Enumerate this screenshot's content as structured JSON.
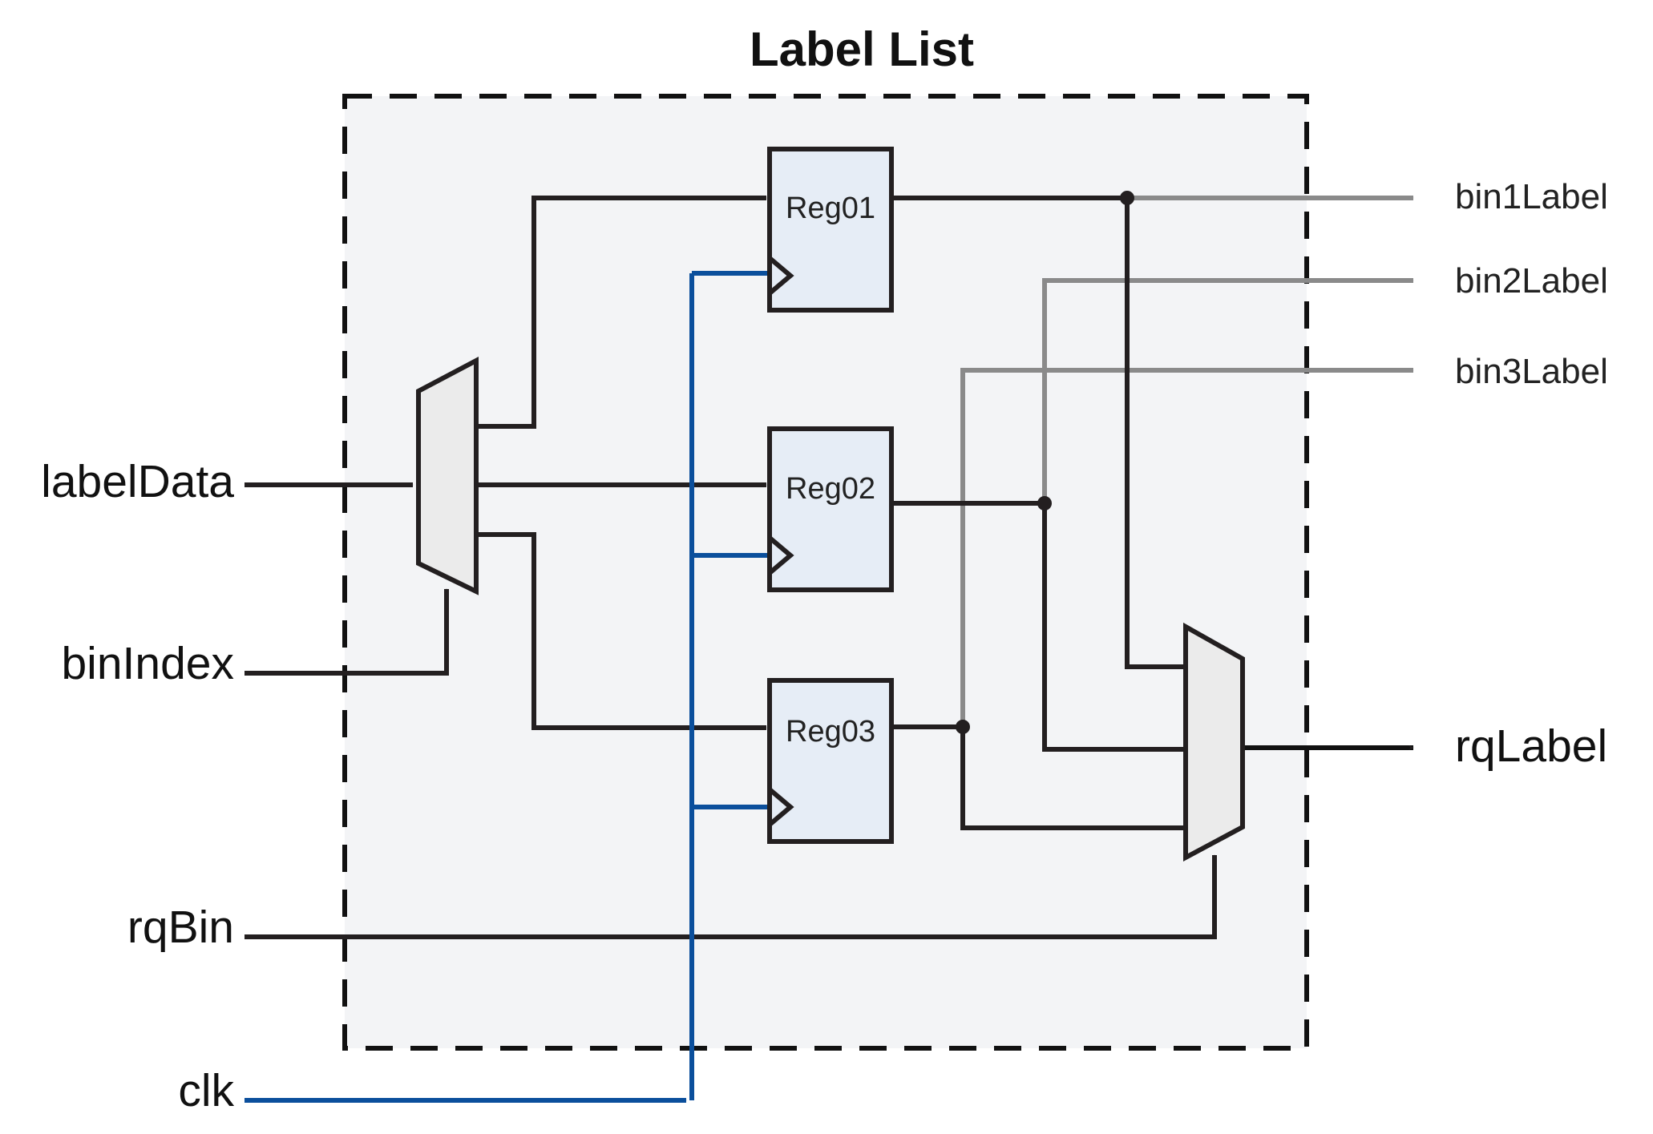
{
  "title": "Label List",
  "inputs": {
    "label_data": "labelData",
    "bin_index": "binIndex",
    "rq_bin": "rqBin",
    "clk": "clk"
  },
  "registers": [
    "Reg01",
    "Reg02",
    "Reg03"
  ],
  "outputs": {
    "bin1": "bin1Label",
    "bin2": "bin2Label",
    "bin3": "bin3Label",
    "rq_label": "rqLabel"
  },
  "colors": {
    "wire": "#231f20",
    "clock_wire": "#0b4f9c",
    "bypass_wire": "#8a8a8a",
    "container_fill": "#f3f4f6",
    "register_fill": "#e6edf6",
    "mux_fill": "#ebebeb"
  }
}
